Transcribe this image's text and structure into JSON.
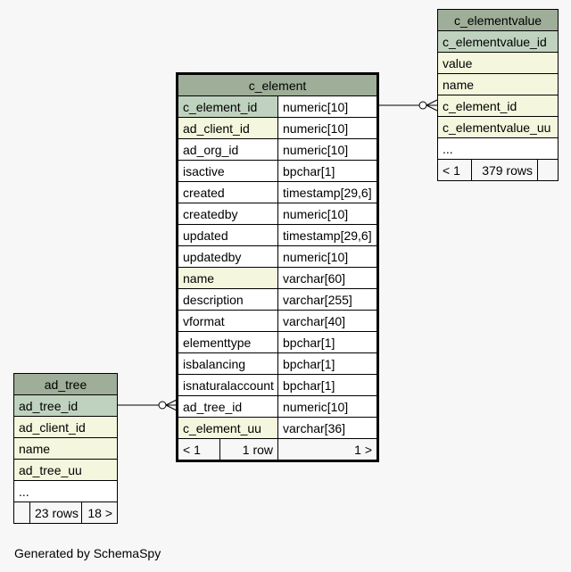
{
  "tables": {
    "c_elementvalue": {
      "name": "c_elementvalue",
      "rows": [
        {
          "col": "c_elementvalue_id",
          "kind": "pk"
        },
        {
          "col": "value",
          "kind": "fk"
        },
        {
          "col": "name",
          "kind": "fk"
        },
        {
          "col": "c_element_id",
          "kind": "fk"
        },
        {
          "col": "c_elementvalue_uu",
          "kind": "fk"
        },
        {
          "col": "...",
          "kind": "plain"
        }
      ],
      "footer": {
        "prev": "< 1",
        "count": "379 rows",
        "next": ""
      }
    },
    "c_element": {
      "name": "c_element",
      "rows": [
        {
          "col": "c_element_id",
          "type": "numeric[10]",
          "kind": "pk"
        },
        {
          "col": "ad_client_id",
          "type": "numeric[10]",
          "kind": "fk"
        },
        {
          "col": "ad_org_id",
          "type": "numeric[10]",
          "kind": "plain"
        },
        {
          "col": "isactive",
          "type": "bpchar[1]",
          "kind": "plain"
        },
        {
          "col": "created",
          "type": "timestamp[29,6]",
          "kind": "plain"
        },
        {
          "col": "createdby",
          "type": "numeric[10]",
          "kind": "plain"
        },
        {
          "col": "updated",
          "type": "timestamp[29,6]",
          "kind": "plain"
        },
        {
          "col": "updatedby",
          "type": "numeric[10]",
          "kind": "plain"
        },
        {
          "col": "name",
          "type": "varchar[60]",
          "kind": "fk"
        },
        {
          "col": "description",
          "type": "varchar[255]",
          "kind": "plain"
        },
        {
          "col": "vformat",
          "type": "varchar[40]",
          "kind": "plain"
        },
        {
          "col": "elementtype",
          "type": "bpchar[1]",
          "kind": "plain"
        },
        {
          "col": "isbalancing",
          "type": "bpchar[1]",
          "kind": "plain"
        },
        {
          "col": "isnaturalaccount",
          "type": "bpchar[1]",
          "kind": "plain"
        },
        {
          "col": "ad_tree_id",
          "type": "numeric[10]",
          "kind": "plain"
        },
        {
          "col": "c_element_uu",
          "type": "varchar[36]",
          "kind": "fk"
        }
      ],
      "footer": {
        "prev": "< 1",
        "count": "1 row",
        "next": "1 >"
      }
    },
    "ad_tree": {
      "name": "ad_tree",
      "rows": [
        {
          "col": "ad_tree_id",
          "kind": "pk"
        },
        {
          "col": "ad_client_id",
          "kind": "fk"
        },
        {
          "col": "name",
          "kind": "fk"
        },
        {
          "col": "ad_tree_uu",
          "kind": "fk"
        },
        {
          "col": "...",
          "kind": "plain"
        }
      ],
      "footer": {
        "prev": "",
        "count": "23 rows",
        "next": "18 >"
      }
    }
  },
  "generated_by": "Generated by SchemaSpy"
}
